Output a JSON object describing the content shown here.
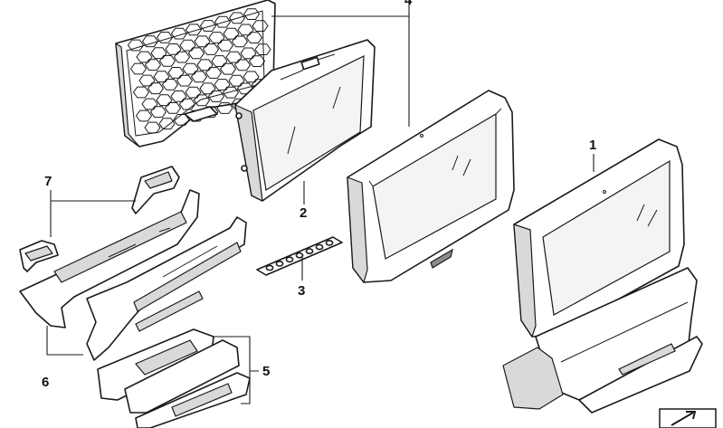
{
  "callouts": [
    {
      "id": "1",
      "text": "1"
    },
    {
      "id": "2",
      "text": "2"
    },
    {
      "id": "3",
      "text": "3"
    },
    {
      "id": "4",
      "text": "4"
    },
    {
      "id": "5",
      "text": "5"
    },
    {
      "id": "6",
      "text": "6"
    },
    {
      "id": "7",
      "text": "7"
    }
  ],
  "icons": {
    "corner_symbol": "arrow-box-icon"
  },
  "colors": {
    "line": "#1a1a1a",
    "shade": "#d9d9d9",
    "background": "#ffffff"
  }
}
